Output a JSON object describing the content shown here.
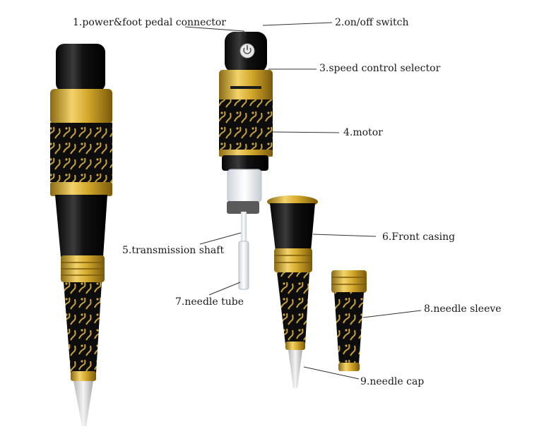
{
  "labels": {
    "l1": "1.power&foot pedal  connector",
    "l2": "2.on/off  switch",
    "l3": "3.speed control selector",
    "l4": "4.motor",
    "l5": "5.transmission shaft",
    "l6": "6.Front casing",
    "l7": "7.needle tube",
    "l8": "8.needle sleeve",
    "l9": "9.needle cap"
  },
  "colors": {
    "black_body": "#141414",
    "gold": "#d4a92c",
    "gold_dark": "#8a6a12",
    "needle": "#dcdcdc",
    "shaft": "#e9ecf0",
    "leader": "#333333"
  },
  "icons": {
    "switch": "power-icon"
  }
}
